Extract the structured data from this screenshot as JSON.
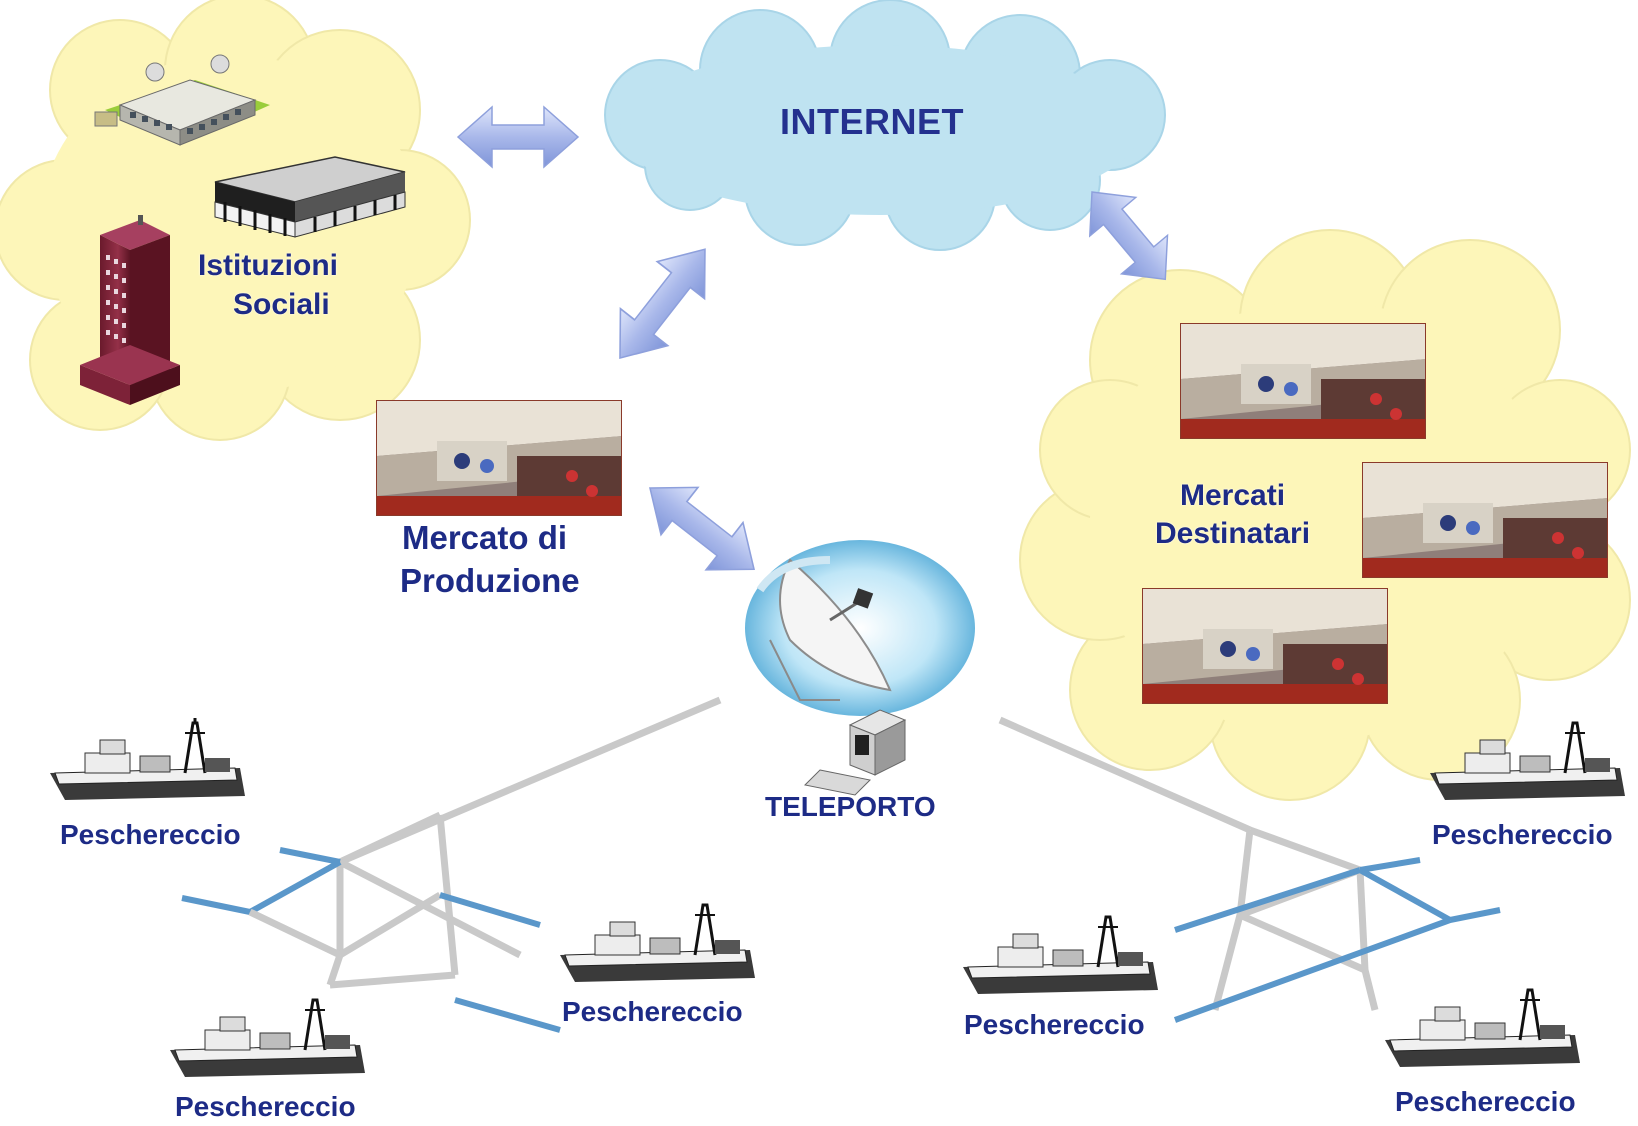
{
  "labels": {
    "internet": "INTERNET",
    "istituzioni_line1": "Istituzioni",
    "istituzioni_line2": "Sociali",
    "mercato_prod_line1": "Mercato di",
    "mercato_prod_line2": "Produzione",
    "mercati_dest_line1": "Mercati",
    "mercati_dest_line2": "Destinatari",
    "teleporto": "TELEPORTO",
    "peschereccio": "Peschereccio"
  },
  "colors": {
    "cloud_yellow": "#fdf6b9",
    "cloud_blue": "#bfe3f1",
    "label_blue": "#1d2b86",
    "arrow_blue": "#a8b8ea",
    "link_gray": "#c8c8c8",
    "link_blue": "#4f8fc7"
  },
  "icons": {
    "building": "office-building-icon",
    "tower": "tower-building-icon",
    "satellite": "satellite-dish-icon",
    "computer": "computer-icon",
    "boat": "fishing-boat-icon",
    "market": "market-photo"
  }
}
